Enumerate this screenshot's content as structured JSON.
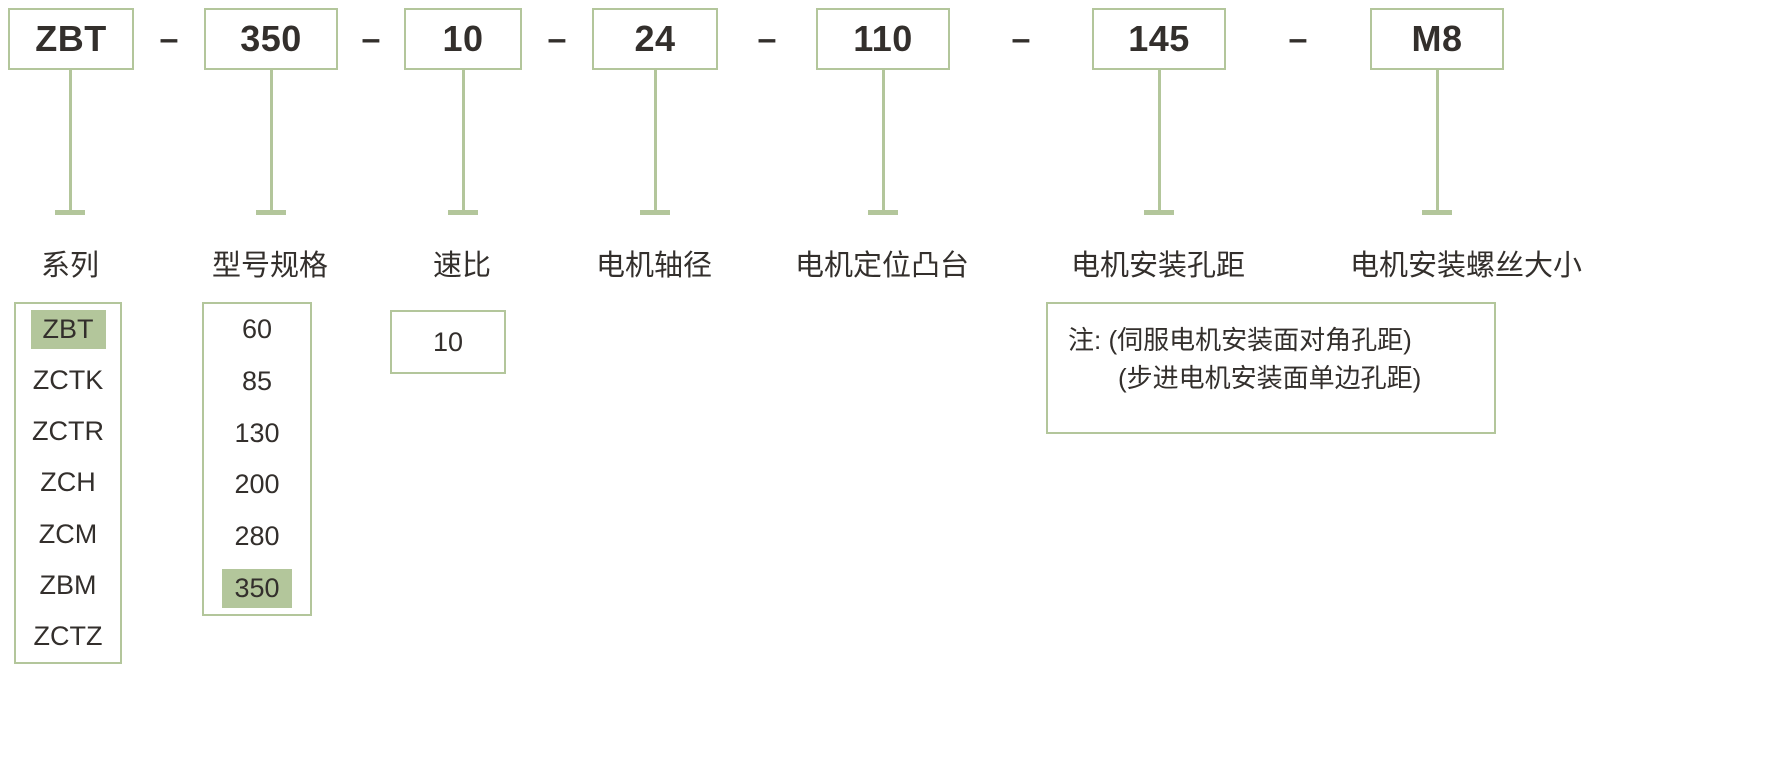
{
  "diagram": {
    "title": "ZBT-350-10-24-110-145-M8",
    "separator": "–",
    "accent_color": "#b3c69b",
    "text_color": "#332f2c",
    "fields": [
      {
        "code": "ZBT",
        "caption": "系列",
        "options": [
          "ZBT",
          "ZCTK",
          "ZCTR",
          "ZCH",
          "ZCM",
          "ZBM",
          "ZCTZ"
        ],
        "selected": "ZBT"
      },
      {
        "code": "350",
        "caption": "型号规格",
        "options": [
          "60",
          "85",
          "130",
          "200",
          "280",
          "350"
        ],
        "selected": "350"
      },
      {
        "code": "10",
        "caption": "速比",
        "options": [
          "10"
        ],
        "selected": null
      },
      {
        "code": "24",
        "caption": "电机轴径",
        "options": [],
        "selected": null
      },
      {
        "code": "110",
        "caption": "电机定位凸台",
        "options": [],
        "selected": null
      },
      {
        "code": "145",
        "caption": "电机安装孔距",
        "options": [],
        "selected": null
      },
      {
        "code": "M8",
        "caption": "电机安装螺丝大小",
        "options": [],
        "selected": null
      }
    ],
    "note": {
      "line1": "注: (伺服电机安装面对角孔距)",
      "line2": "(步进电机安装面单边孔距)"
    }
  }
}
